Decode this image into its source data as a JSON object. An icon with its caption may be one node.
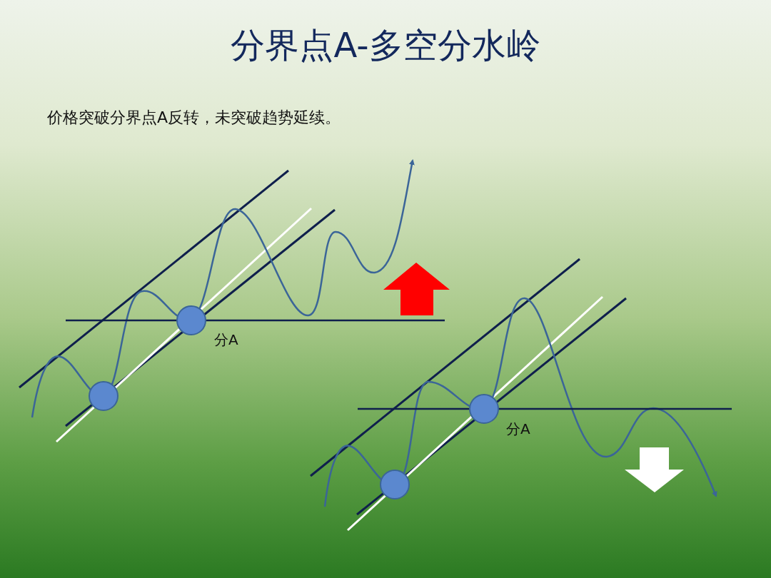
{
  "diagram": {
    "title": "分界点A-多空分水岭",
    "labels": [
      "价格突破分界点A反转，未突破趋势延续。",
      "分A",
      "分A"
    ]
  }
}
